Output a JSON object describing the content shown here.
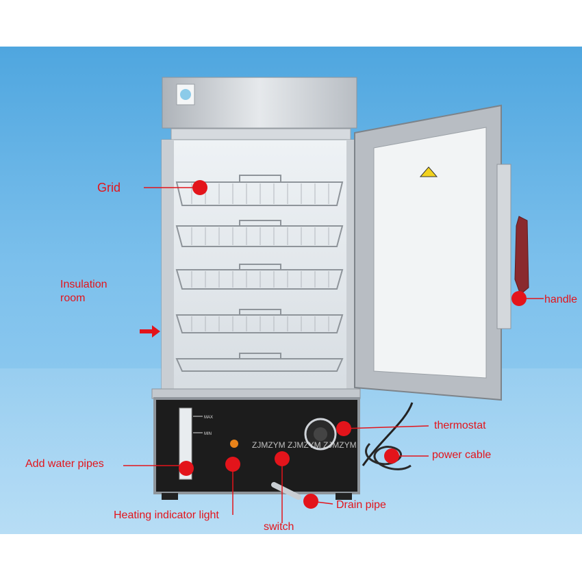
{
  "labels": {
    "grid": "Grid",
    "insulation_line1": "Insulation",
    "insulation_line2": "room",
    "handle": "handle",
    "thermostat": "thermostat",
    "power_cable": "power cable",
    "add_water_pipes": "Add water pipes",
    "heating_indicator_light": "Heating indicator light",
    "switch": "switch",
    "drain_pipe": "Drain pipe"
  },
  "panel_text": {
    "max": "MAX",
    "min": "MIN",
    "watermark": "ZJMZYM ZJMZYM ZJMZYM"
  },
  "colors": {
    "background": "#6ab4e6",
    "label": "#e3141b",
    "marker": "#e3141b",
    "steel": "#cfd3d8",
    "control_panel": "#1c1c1c",
    "handle": "#8a2a2e"
  }
}
